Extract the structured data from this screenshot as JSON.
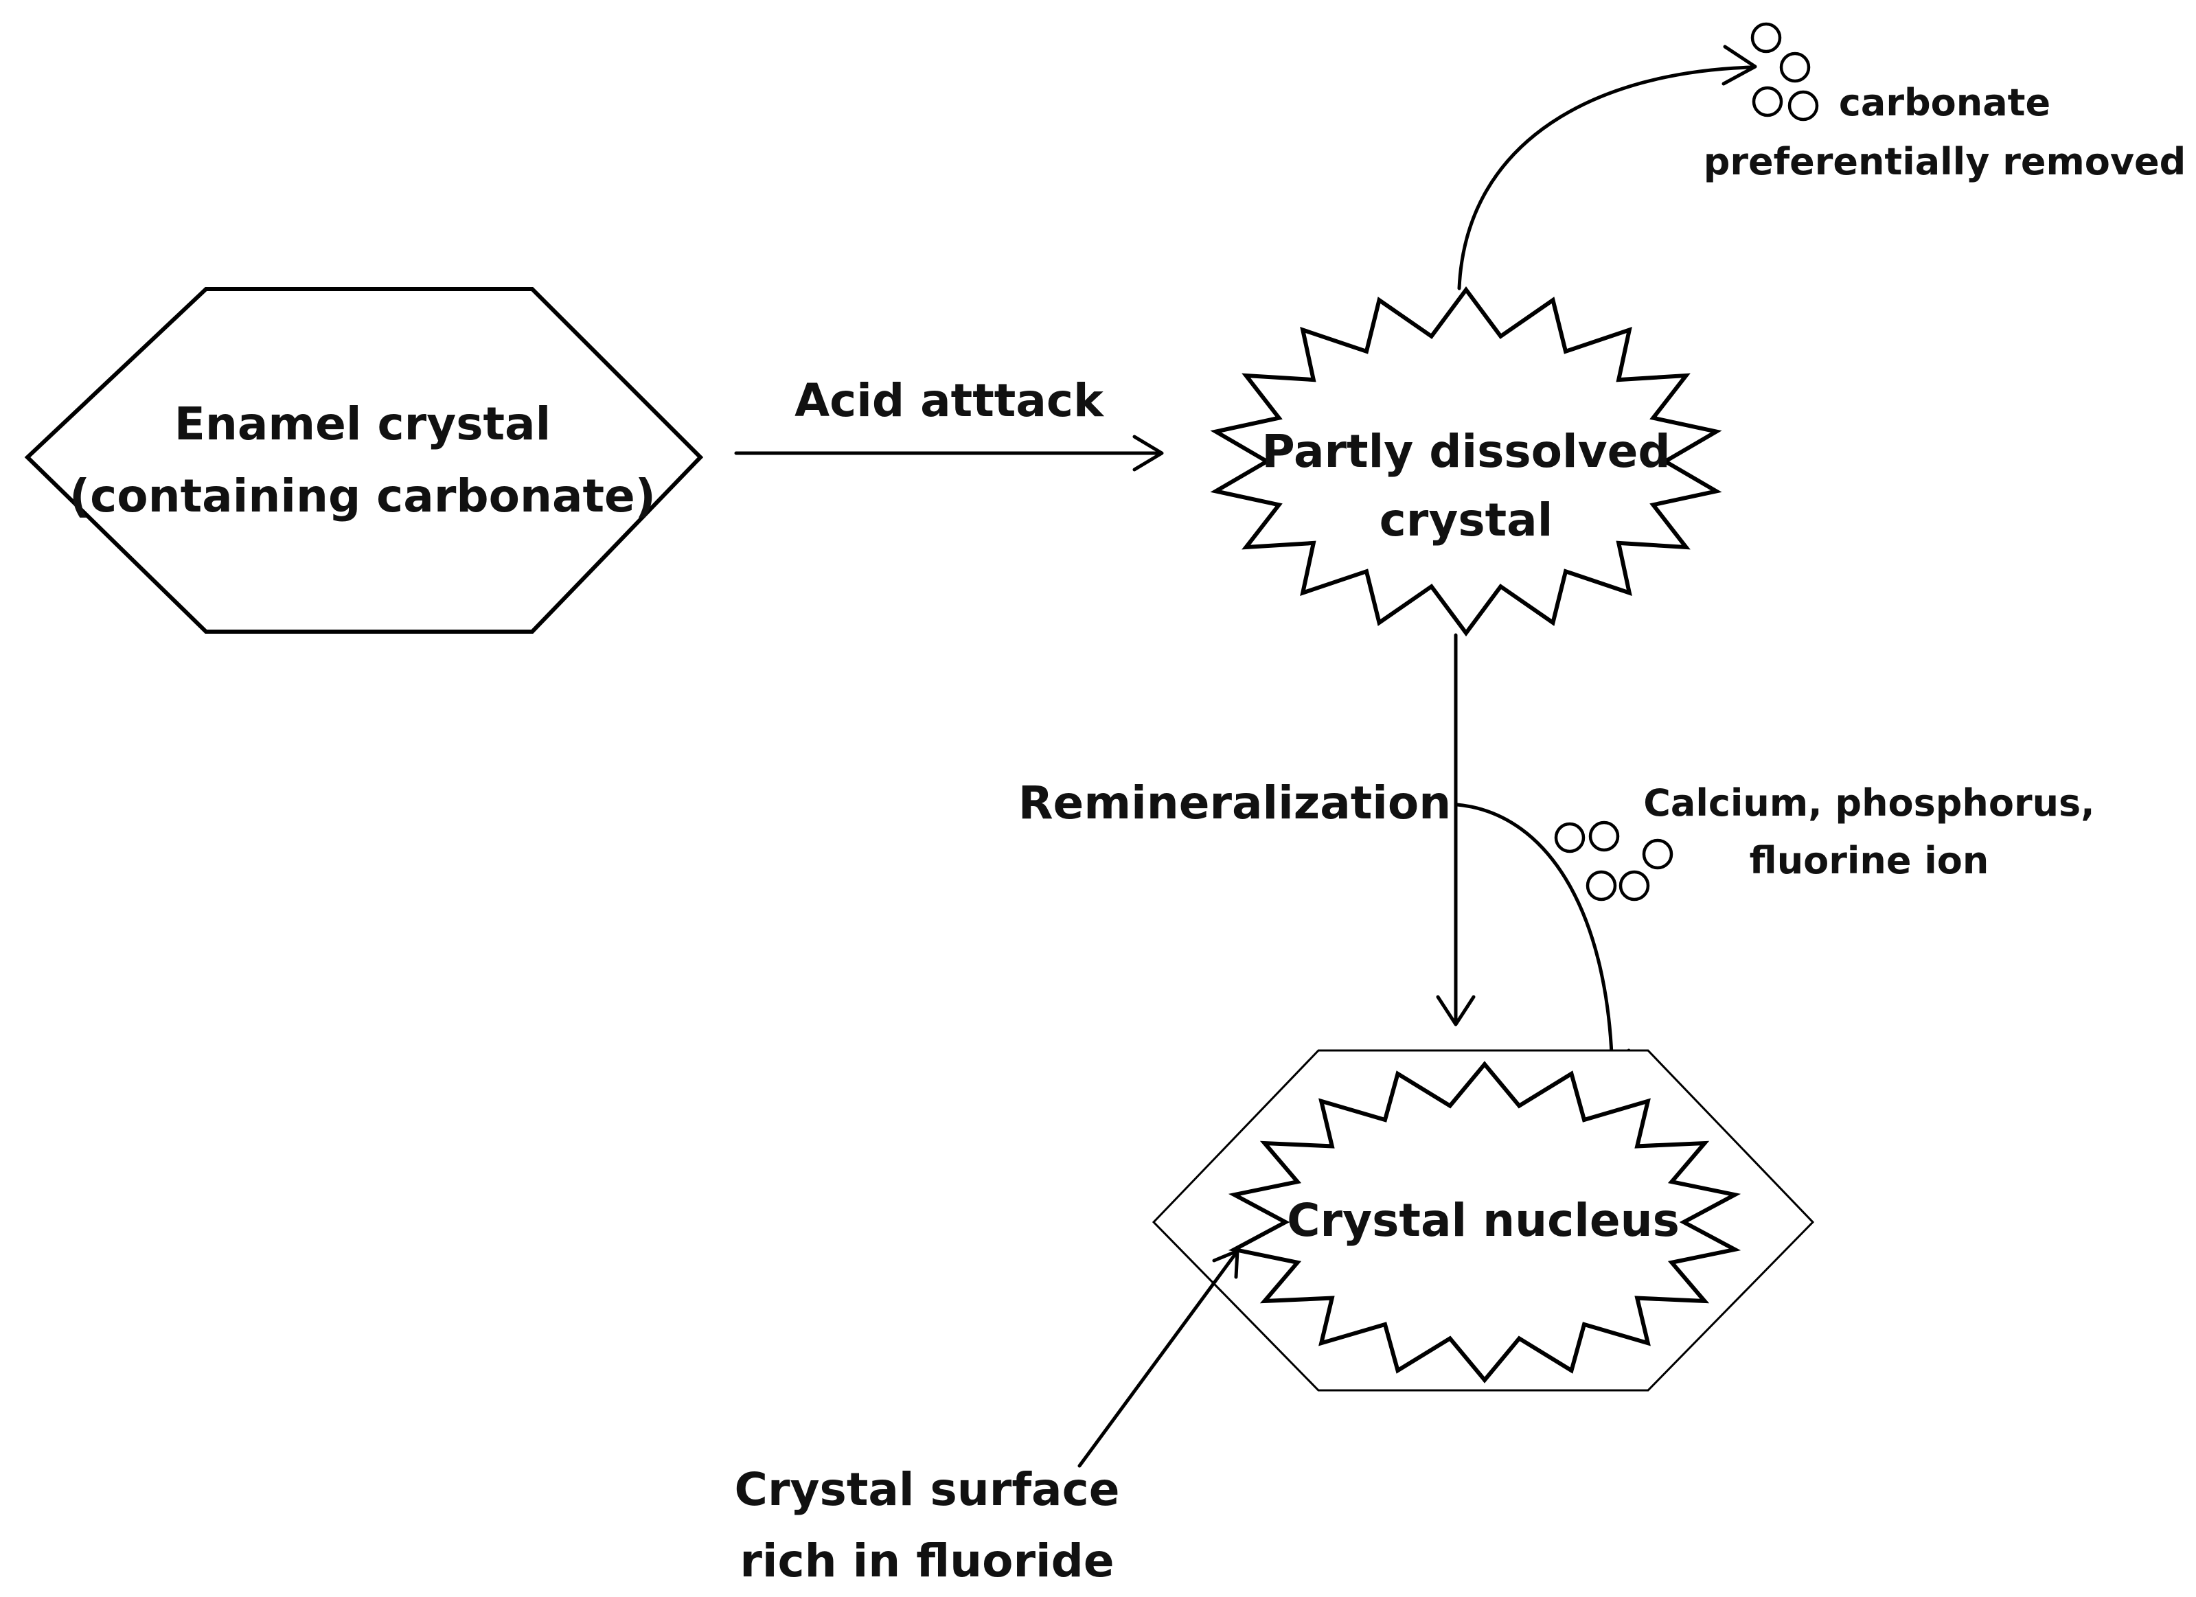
{
  "nodes": {
    "enamel_crystal": {
      "line1": "Enamel crystal",
      "line2": "(containing carbonate)"
    },
    "partly_dissolved": {
      "line1": "Partly dissolved",
      "line2": "crystal"
    },
    "crystal_nucleus": {
      "label": "Crystal nucleus"
    }
  },
  "edges": {
    "acid_attack": {
      "label": "Acid atttack"
    },
    "remineralization": {
      "label": "Remineralization"
    }
  },
  "ions": {
    "carbonate": {
      "line1": "carbonate",
      "line2": "preferentially removed"
    },
    "calcium": {
      "line1": "Calcium, phosphorus,",
      "line2": "fluorine ion"
    }
  },
  "annotations": {
    "surface": {
      "line1": "Crystal surface",
      "line2": "rich in fluoride"
    }
  }
}
